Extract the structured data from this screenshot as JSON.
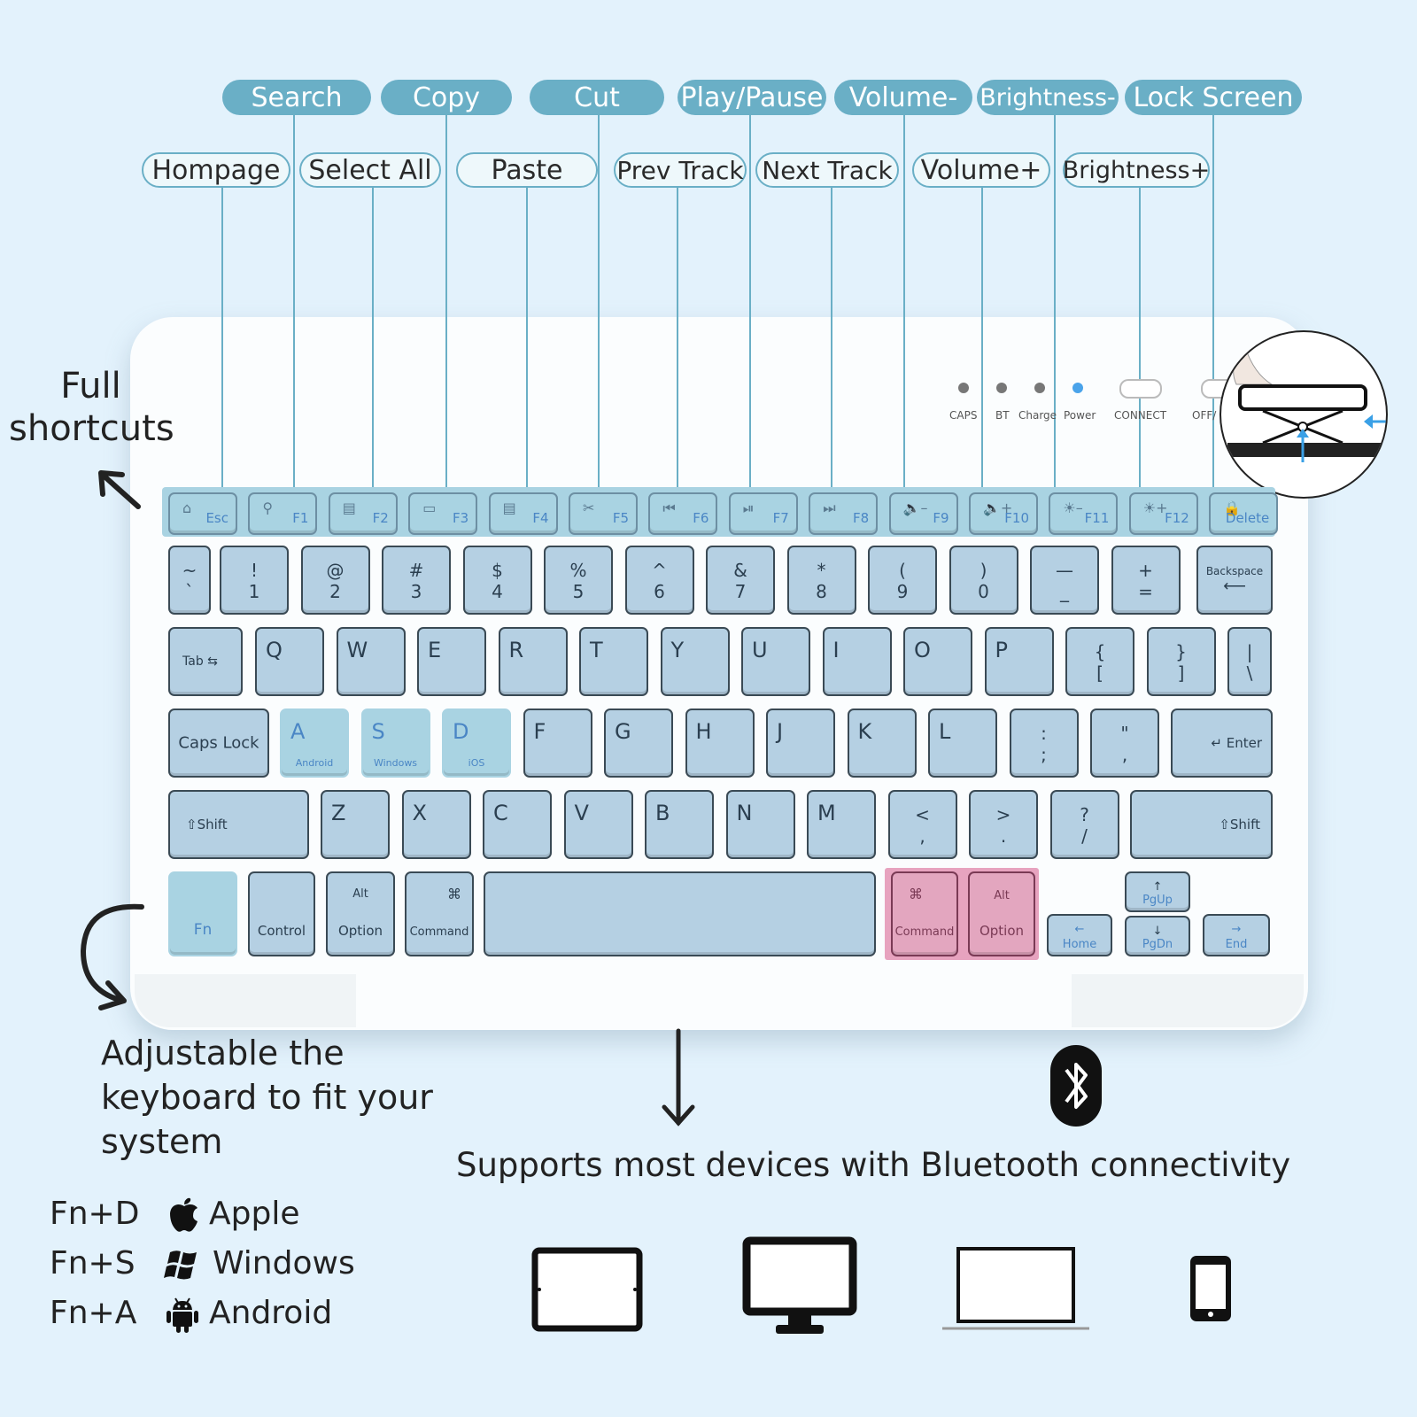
{
  "shortcuts_top": [
    "Search",
    "Copy",
    "Cut",
    "Play/Pause",
    "Volume-",
    "Brightness-",
    "Lock Screen"
  ],
  "shortcuts_bottom": [
    "Hompage",
    "Select All",
    "Paste",
    "Prev Track",
    "Next Track",
    "Volume+",
    "Brightness+"
  ],
  "left_note": {
    "line1": "Full",
    "line2": "shortcuts"
  },
  "indicators": {
    "caps": "CAPS",
    "bt": "BT",
    "charge": "Charge",
    "power": "Power",
    "connect": "CONNECT",
    "off": "OFF/"
  },
  "fn_keys": [
    "Esc",
    "F1",
    "F2",
    "F3",
    "F4",
    "F5",
    "F6",
    "F7",
    "F8",
    "F9",
    "F10",
    "F11",
    "F12",
    "Delete"
  ],
  "fn_icons": [
    "⌂",
    "⚲",
    "▤",
    "▭",
    "▤",
    "✂",
    "⏮",
    "⏯",
    "⏭",
    "🔈–",
    "🔈+",
    "☀–",
    "☀+",
    "🔒"
  ],
  "num_row": [
    {
      "t": "~",
      "b": "`"
    },
    {
      "t": "!",
      "b": "1"
    },
    {
      "t": "@",
      "b": "2"
    },
    {
      "t": "#",
      "b": "3"
    },
    {
      "t": "$",
      "b": "4"
    },
    {
      "t": "%",
      "b": "5"
    },
    {
      "t": "^",
      "b": "6"
    },
    {
      "t": "&",
      "b": "7"
    },
    {
      "t": "*",
      "b": "8"
    },
    {
      "t": "(",
      "b": "9"
    },
    {
      "t": ")",
      "b": "0"
    },
    {
      "t": "—",
      "b": "_"
    },
    {
      "t": "+",
      "b": "="
    }
  ],
  "backspace": "Backspace",
  "tab": "Tab",
  "q_row": [
    "Q",
    "W",
    "E",
    "R",
    "T",
    "Y",
    "U",
    "I",
    "O",
    "P"
  ],
  "q_row_extra": [
    {
      "t": "{",
      "b": "["
    },
    {
      "t": "}",
      "b": "]"
    },
    {
      "t": "|",
      "b": "\\"
    }
  ],
  "caps_lock": "Caps Lock",
  "a_row": [
    "A",
    "S",
    "D",
    "F",
    "G",
    "H",
    "J",
    "K",
    "L"
  ],
  "a_row_sub": {
    "A": "Android",
    "S": "Windows",
    "D": "iOS"
  },
  "a_row_extra": [
    {
      "t": ":",
      "b": ";"
    },
    {
      "t": "\"",
      "b": ","
    }
  ],
  "enter": "Enter",
  "shift": "Shift",
  "z_row": [
    "Z",
    "X",
    "C",
    "V",
    "B",
    "N",
    "M"
  ],
  "z_row_extra": [
    {
      "t": "<",
      "b": ","
    },
    {
      "t": ">",
      "b": "."
    },
    {
      "t": "?",
      "b": "/"
    }
  ],
  "bottom_row": {
    "fn": "Fn",
    "control": "Control",
    "alt": "Alt",
    "option": "Option",
    "cmd_symbol": "⌘",
    "command": "Command",
    "home": "Home",
    "pgup": "PgUp",
    "pgdn": "PgDn",
    "end": "End"
  },
  "adjust_text": [
    "Adjustable the",
    "keyboard to fit your",
    "system"
  ],
  "support_text": "Supports most devices with Bluetooth connectivity",
  "os_list": [
    {
      "combo": "Fn+D",
      "name": "Apple"
    },
    {
      "combo": "Fn+S",
      "name": "Windows"
    },
    {
      "combo": "Fn+A",
      "name": "Android"
    }
  ],
  "colors": {
    "background": "#e3f2fc",
    "accent": "#6aafc6",
    "key": "#b5d0e3",
    "pink": "#e3a6bf"
  }
}
